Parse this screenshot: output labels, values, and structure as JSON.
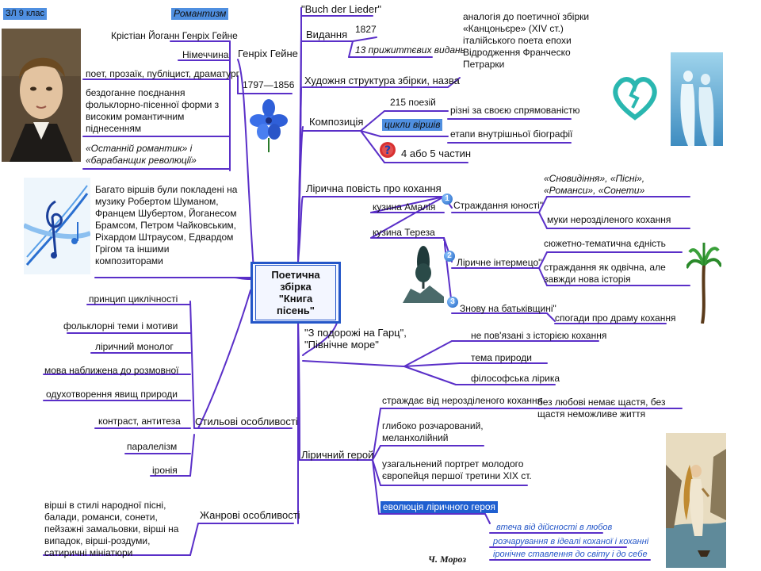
{
  "corner_label": "ЗЛ 9 клас",
  "center": {
    "line1": "Поетична збірка",
    "line2": "\"Книга пісень\""
  },
  "heine": {
    "title": "Генріх Гейне",
    "romanticism": "Романтизм",
    "full_name": "Крістіан Йоганн Генріх Гейне",
    "country": "Німеччина",
    "roles": "поет, прозаїк, публіцист, драматург",
    "style": "бездоганне поєднання фольклорно-пісенної форми з високим романтичним піднесенням",
    "epithet": "«Останній романтик» і «барабанщик революції»",
    "years": "1797—1856"
  },
  "music_note": "Багато віршів були покладені на музику Робертом Шуманом, Францем Шубертом, Йоганесом Брамсом, Петром Чайковським, Ріхардом Штраусом, Едвардом Грігом та іншими композиторами",
  "title_branch": "\"Buch der Lieder\"",
  "editions": {
    "label": "Видання",
    "year": "1827",
    "count": "13 прижиттєвих видань"
  },
  "structure": {
    "label": "Художня структура збірки, назва",
    "analogy": "аналогія до поетичної збірки «Канцоньєре» (XIV ст.) італійського поета епохи Відродження Франческо Петрарки"
  },
  "composition": {
    "label": "Композиція",
    "poems": "215 поезій",
    "cycles": "цикли віршів",
    "orient": "різні за своєю спрямованістю",
    "stages": "етапи внутрішньої біографії",
    "parts": "4 або 5 частин"
  },
  "lyric_story": {
    "label": "Лірична повість про  кохання",
    "cousin1": "кузина Амалія",
    "cousin2": "кузина Тереза",
    "c1_num": "1",
    "c1_label": "Страждання юності\"",
    "c1_sub": "«Сновидіння», «Пісні», «Романси», «Сонети»",
    "c1_desc": "муки нерозділеного кохання",
    "c2_num": "2",
    "c2_label": "Ліричне інтермецо\"",
    "c2_desc1": "сюжетно-тематична єдність",
    "c2_desc2": "страждання як одвічна, але завжди нова історія",
    "c3_num": "3",
    "c3_label": "Знову на батьківщині\"",
    "c3_desc": "спогади про драму кохання"
  },
  "harz": {
    "label": "\"З подорожі на Гарц\", \"Північне море\"",
    "i1": "не пов'язані з історією кохання",
    "i2": "тема природи",
    "i3": "філософська лірика"
  },
  "hero": {
    "label": "Ліричний герой",
    "suffers": "страждає від нерозділеного кохання",
    "no_love": "без любові немає щастя, без щастя неможливе життя",
    "disappointed": "глибоко розчарований, меланхолійний",
    "portrait": "узагальнений портрет  молодого європейця першої третини XIX ст.",
    "evolution": "еволюція ліричного героя",
    "e1": "втеча від дійсності в любов",
    "e2": "розчарування в ідеалі коханої і коханні",
    "e3": "іронічне ставлення до світу і до себе"
  },
  "style_features": {
    "label": "Стильові особливості",
    "items": [
      "принцип циклічності",
      "фольклорні теми і мотиви",
      "ліричний монолог",
      "мова наближена до розмовної",
      "одухотворення явищ природи",
      "контраст, антитеза",
      "паралелізм",
      "іронія"
    ]
  },
  "genre_features": {
    "label": "Жанрові особливості",
    "text": "вірші в стилі народної пісні, балади, романси, сонети, пейзажні замальовки, вірші на випадок, вірші-роздуми, сатиричні мініатюри"
  },
  "signature": "Ч. Мороз",
  "colors": {
    "line": "#5a2fc8",
    "accent": "#2456c8",
    "highlight": "#4f8fe0"
  }
}
